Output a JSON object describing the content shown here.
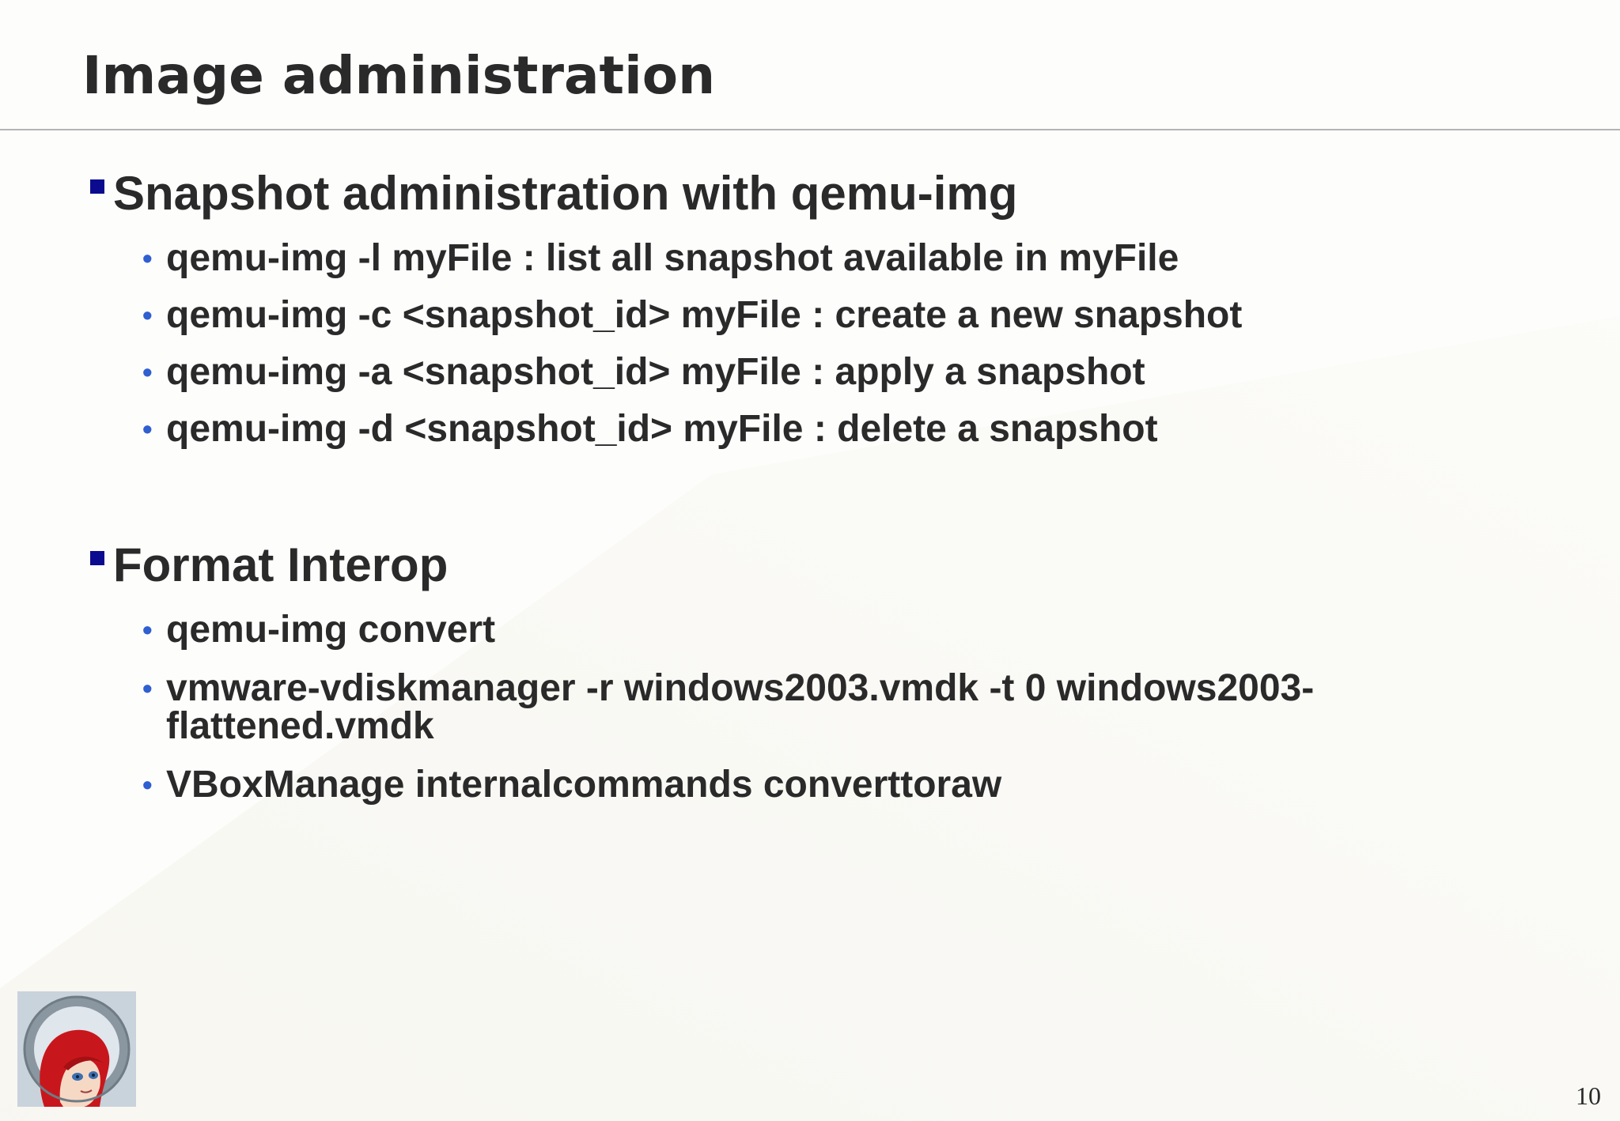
{
  "slide": {
    "title": "Image administration",
    "page_number": "10"
  },
  "sections": [
    {
      "heading": "Snapshot administration with qemu-img",
      "items": [
        "qemu-img -l myFile : list all snapshot available in myFile",
        "qemu-img -c <snapshot_id> myFile : create a new snapshot",
        "qemu-img -a <snapshot_id> myFile : apply a snapshot",
        "qemu-img -d <snapshot_id> myFile : delete a snapshot"
      ]
    },
    {
      "heading": "Format Interop",
      "items": [
        "qemu-img convert",
        "vmware-vdiskmanager -r windows2003.vmdk -t 0 windows2003-flattened.vmdk",
        "VBoxManage internalcommands converttoraw"
      ]
    }
  ],
  "colors": {
    "text": "#2a2a2a",
    "section_bullet": "#0b0b8f",
    "item_bullet": "#2f5fd0",
    "title_rule": "#b4b4b4",
    "logo_red": "#c8171c"
  },
  "icons": {
    "section_bullet": "square-bullet-icon",
    "item_bullet": "dot-bullet-icon",
    "logo": "rmll-logo"
  }
}
